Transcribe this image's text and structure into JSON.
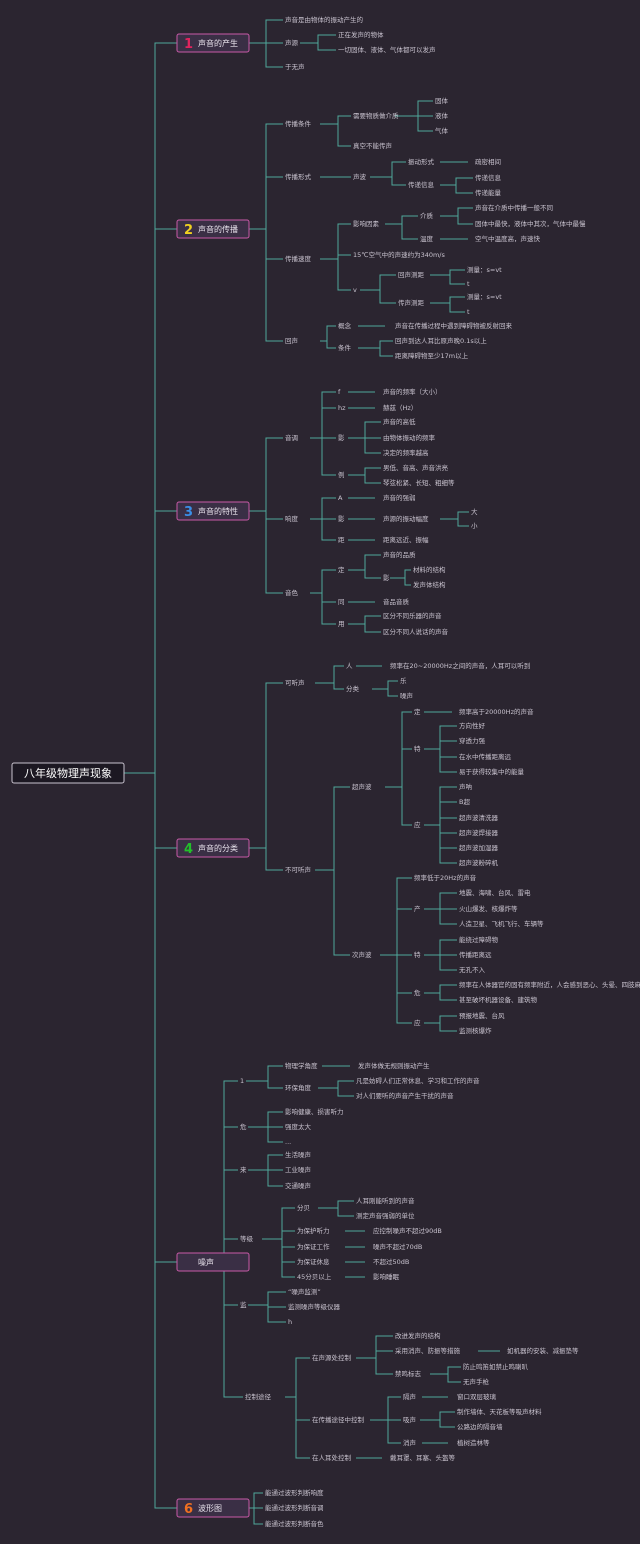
{
  "colors": {
    "background": "#2b2530",
    "line": "#4fa89a",
    "box_border": "#c85aa8",
    "box_fill": "#3a2f45",
    "num1": "#e0245e",
    "num2": "#f0d020",
    "num3": "#3a8fe8",
    "num4": "#22c02a",
    "num5": "#3a3ad0",
    "num6": "#f07020"
  },
  "root": {
    "title": "八年级物理声现象"
  },
  "sections": [
    {
      "num": "1",
      "title": "声音的产生",
      "numColor": "#e0245e"
    },
    {
      "num": "2",
      "title": "声音的传播",
      "numColor": "#f0d020"
    },
    {
      "num": "3",
      "title": "声音的特性",
      "numColor": "#3a8fe8"
    },
    {
      "num": "4",
      "title": "声音的分类",
      "numColor": "#22c02a"
    },
    {
      "num": "",
      "title": "噪声",
      "numColor": "#3a3ad0"
    },
    {
      "num": "6",
      "title": "波形图",
      "numColor": "#f07020"
    }
  ],
  "s1": {
    "a": "声音是由物体的振动产生的",
    "b": "声源",
    "b1": "正在发声的物体",
    "b2": "一切固体、液体、气体都可以发声",
    "c": "于无声"
  },
  "s2": {
    "cond": "传播条件",
    "medium": "需要物质做介质",
    "m1": "固体",
    "m2": "液体",
    "m3": "气体",
    "vac": "真空不能传声",
    "form": "传播形式",
    "wave": "声波",
    "wa": "振动形式",
    "wa1": "疏密相间",
    "wb": "传递信息",
    "wb1": "传递信息",
    "wb2": "传递能量",
    "speed": "传播速度",
    "sf": "影响因素",
    "sf1": "介质",
    "sf1a": "声音在介质中传播一般不同",
    "sf1b": "固体中最快，液体中其次，气体中最慢",
    "sf2": "温度",
    "sf2a": "空气中温度高，声速快",
    "v340": "15℃空气中的声速约为340m/s",
    "v": "v",
    "t1": "回声测距",
    "t1a": "测量：s=vt",
    "t1b": "t",
    "t2": "传声测距",
    "t2a": "测量：s=vt",
    "t2b": "t",
    "echo": "回声",
    "e1": "概念",
    "e1a": "声音在传播过程中遇到障碍物被反射回来",
    "e2": "条件",
    "e2a": "回声到达人耳比原声晚0.1s以上",
    "e2b": "距离障碍物至少17m以上"
  },
  "s3": {
    "pitch": "音调",
    "p1": "f",
    "p1a": "声音的频率（大小）",
    "p2": "hz",
    "p2a": "赫兹（Hz）",
    "p3": "影",
    "p3a": "声音的高低",
    "p3b": "由物体振动的频率",
    "p3c": "决定的频率越高",
    "p4": "例",
    "p4a": "男低、音高、声音洪亮",
    "p4b": "琴弦松紧、长短、粗细等",
    "loud": "响度",
    "l1": "A",
    "l1a": "声音的强弱",
    "l2": "影",
    "l2a": "声源的振动幅度",
    "l2x": "大",
    "l2y": "小",
    "l3": "距",
    "l3a": "距离远近、振幅",
    "tim": "音色",
    "c1": "定",
    "c1a": "声音的品质",
    "c1b": "影",
    "c1c": "材料的结构",
    "c1d": "发声体结构",
    "c2": "同",
    "c2a": "音品音质",
    "c3": "用",
    "c3a": "区分不同乐器的声音",
    "c3b": "区分不同人说话的声音"
  },
  "s4": {
    "audible": "可听声",
    "a1": "人",
    "a1a": "频率在20~20000Hz之间的声音，人耳可以听到",
    "a2": "分类",
    "a2a": "乐",
    "a2b": "噪声",
    "inaud": "不可听声",
    "ult": "超声波",
    "u1": "定",
    "u1a": "频率高于20000Hz的声音",
    "u2": "特",
    "u2a": "方向性好",
    "u2b": "穿透力强",
    "u2c": "在水中传播距离远",
    "u2d": "易于获得较集中的能量",
    "u3": "应",
    "u3a": "声呐",
    "u3b": "B超",
    "u3c": "超声波清洗器",
    "u3d": "超声波焊接器",
    "u3e": "超声波加湿器",
    "u3f": "超声波粉碎机",
    "inf": "次声波",
    "i1": "频率低于20Hz的声音",
    "i2": "产",
    "i2a": "地震、海啸、台风、雷电",
    "i2b": "火山爆发、核爆炸等",
    "i2c": "人造卫星、飞机飞行、车辆等",
    "i3": "特",
    "i3a": "能绕过障碍物",
    "i3b": "传播距离远",
    "i3c": "无孔不入",
    "i4": "危",
    "i4a": "频率在人体器官的固有频率附近，人会感到恶心、头晕、四肢麻木",
    "i4b": "甚至破坏机器设备、建筑物",
    "i5": "应",
    "i5a": "预报地震、台风",
    "i5b": "监测核爆炸"
  },
  "s5": {
    "g1": "1",
    "g1a": "物理学角度",
    "g1a1": "发声体做无规则振动产生",
    "g1b": "环保角度",
    "g1b1": "凡是妨碍人们正常休息、学习和工作的声音",
    "g1b2": "对人们要听的声音产生干扰的声音",
    "g2": "危",
    "g2a": "影响健康、损害听力",
    "g2b": "强度太大",
    "g2c": "...",
    "g3": "来",
    "g3a": "生活噪声",
    "g3b": "工业噪声",
    "g3c": "交通噪声",
    "g4": "等级",
    "g4a": "分贝",
    "g4a1": "人耳刚能听到的声音",
    "g4a2": "测定声音强弱的单位",
    "g4b": "为保护听力",
    "g4b1": "应控制噪声不超过90dB",
    "g4c": "为保证工作",
    "g4c1": "噪声不超过70dB",
    "g4d": "为保证休息",
    "g4d1": "不超过50dB",
    "g4e": "45分贝以上",
    "g4e1": "影响睡眠",
    "g5": "监",
    "g5a": "“噪声监测”",
    "g5b": "监测噪声等级仪器",
    "g5c": "h",
    "ctl": "控制途径",
    "src": "在声源处控制",
    "s1": "改进发声的结构",
    "s2": "采用消声、防振等措施",
    "s2a": "如机器的安装、减振垫等",
    "s3": "禁鸣标志",
    "s3a": "防止鸣笛如禁止鸣喇叭",
    "s3b": "无声手枪",
    "path": "在传播途径中控制",
    "pa": "隔声",
    "pa1": "窗口双层玻璃",
    "pb": "吸声",
    "pb1": "制作墙体、天花板等吸声材料",
    "pb2": "公路边的隔音墙",
    "pc": "消声",
    "pc1": "植树造林等",
    "ear": "在人耳处控制",
    "ea": "戴耳罩、耳塞、头盔等"
  },
  "s6": {
    "a": "能通过波形判断响度",
    "b": "能通过波形判断音调",
    "c": "能通过波形判断音色"
  }
}
